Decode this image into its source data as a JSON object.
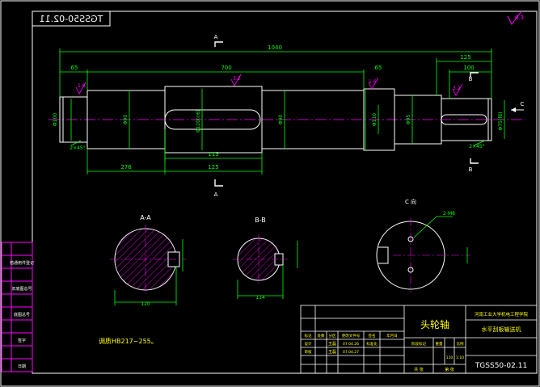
{
  "drawing": {
    "mirrored_code": "TGSS50-02.11",
    "code": "TGSS50-02.11",
    "part_name": "头轮轴",
    "school": "河南工业大学机电工程学院",
    "machine": "水平刮板输送机",
    "hardness_note": "调质HB217~255。",
    "corner_mark": "6.3"
  },
  "views": {
    "section_aa": "A-A",
    "section_bb": "B-B",
    "view_c": "C 向",
    "cut_a_top": "A",
    "cut_a_bottom": "A",
    "cut_b_top": "B",
    "cut_b_bottom": "B",
    "arrow_c": "C"
  },
  "dims": {
    "overall": "1040",
    "mid": "700",
    "left_seg": "65",
    "right_seg": "65",
    "right_end": "125",
    "right_sub": "100",
    "keyway_len": "115",
    "keyway_pos": "125",
    "left_pos": "276",
    "d_left_end": "Φ100",
    "d_left_journal": "Φ90",
    "d_center": "Φ120(n6)",
    "d_right_body": "Φ90",
    "d_right_journal": "Φ110",
    "d_right_step": "Φ95",
    "d_right_end": "Φ75(f6)",
    "chamfer_left": "2×45°",
    "chamfer_right": "2×45°",
    "aa_width": "120",
    "bb_width": "114",
    "cv_dim": "2-M8",
    "rough_1": "1.6",
    "rough_2": "3.2",
    "rough_3": "1.6",
    "rough_4": "3.2"
  },
  "title_block": {
    "rows": [
      "标记",
      "处数",
      "分区",
      "更改文件号",
      "签名",
      "年月日"
    ],
    "designer_label": "设计",
    "designer": "王磊",
    "design_date": "07.04.26",
    "checker_label": "审核",
    "checker": "王磊",
    "check_date": "07.04.27",
    "standard_label": "标准化",
    "stage_label": "阶段标记",
    "weight_label": "重量",
    "scale_label": "比例",
    "weight": "110",
    "scale": "1:10",
    "sheets_label": "共 张",
    "sheet_label": "第 张"
  },
  "left_strip": [
    "借通用件登记",
    "旧底图总号",
    "底图总号",
    "签字",
    "日期"
  ]
}
